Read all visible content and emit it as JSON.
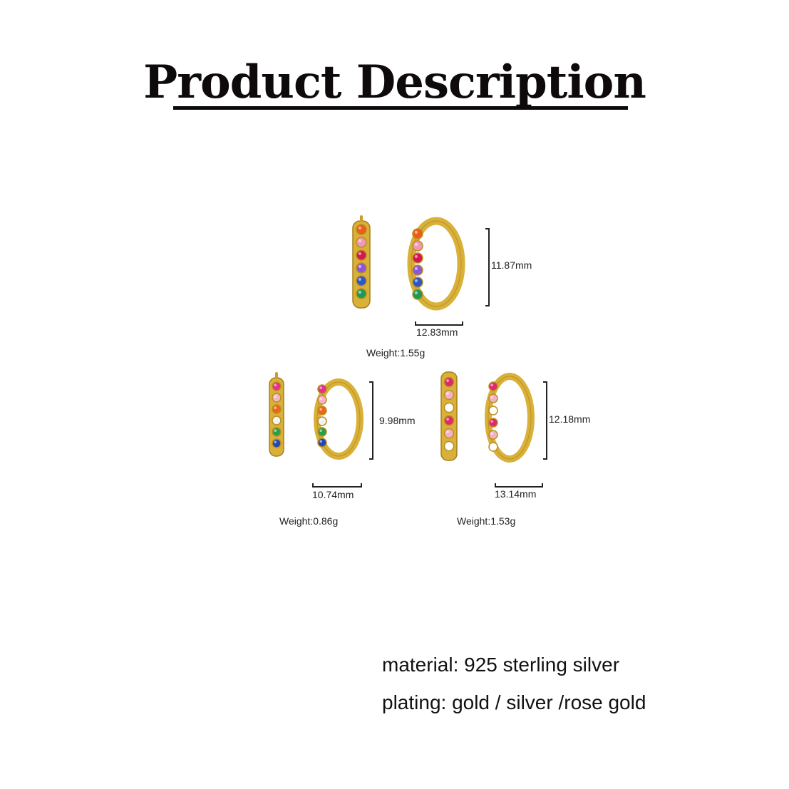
{
  "header": {
    "title": "Product Description"
  },
  "products": [
    {
      "height_label": "11.87mm",
      "width_label": "12.83mm",
      "weight": "Weight:1.55g",
      "stones": [
        "#f05a1a",
        "#ee99b8",
        "#d4174e",
        "#8f55d8",
        "#2f55c6",
        "#1f9a55"
      ]
    },
    {
      "height_label": "9.98mm",
      "width_label": "10.74mm",
      "weight": "Weight:0.86g",
      "stones": [
        "#e8308a",
        "#f7b3c7",
        "#f06418",
        "#f2f2f2",
        "#28a04a",
        "#2346b8"
      ]
    },
    {
      "height_label": "12.18mm",
      "width_label": "13.14mm",
      "weight": "Weight:1.53g",
      "stones": [
        "#e2276d",
        "#f4b0c4",
        "#ffffff",
        "#e2276d",
        "#f4b0c4",
        "#ffffff"
      ]
    }
  ],
  "specs": {
    "material": "material: 925 sterling silver",
    "plating": "plating: gold / silver /rose gold"
  },
  "colors": {
    "gold": "#d9b038",
    "gold_dark": "#a87e1c",
    "ink": "#0e0a0c"
  }
}
